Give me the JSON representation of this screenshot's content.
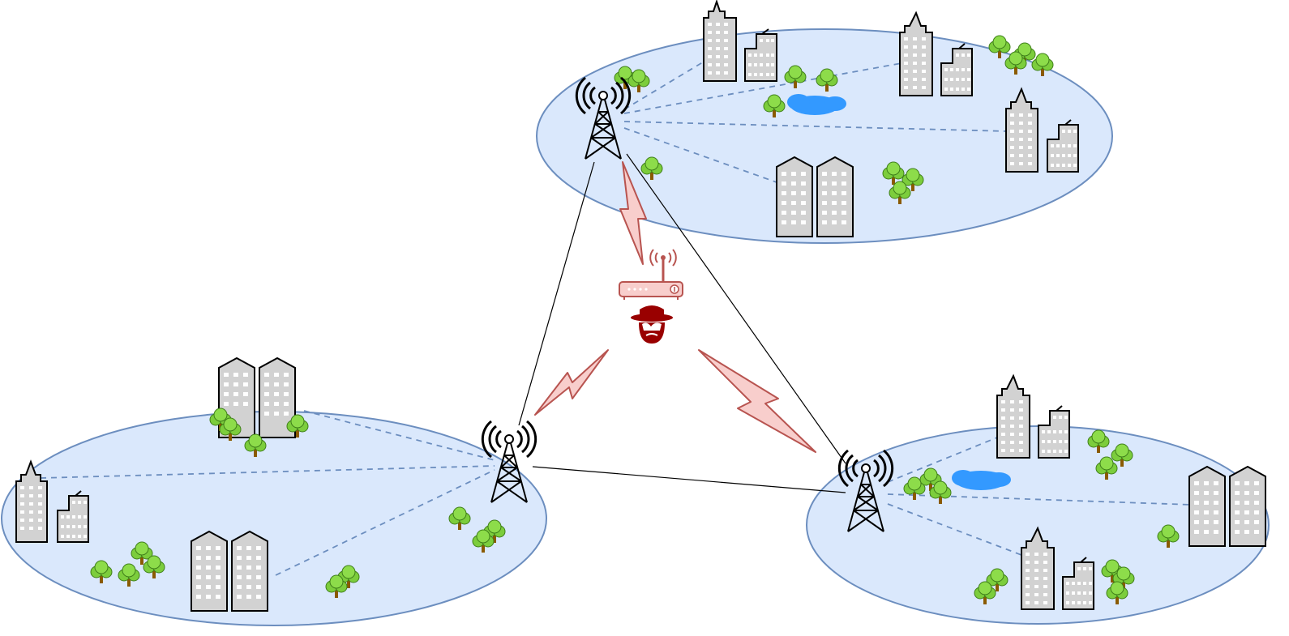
{
  "colors": {
    "cell_fill": "#dae8fc",
    "cell_stroke": "#6c8ebf",
    "building_fill": "#d2d2d2",
    "building_stroke": "#000000",
    "window": "#ffffff",
    "tree_leaf": "#7ccd3c",
    "tree_trunk": "#8a5a00",
    "lake": "#3399ff",
    "bolt_fill": "#f8cecc",
    "bolt_stroke": "#b85450",
    "attacker": "#990000",
    "router": "#f8cecc",
    "router_stroke": "#b85450",
    "link": "#000000",
    "dashed": "#6c8ebf"
  },
  "icons": {
    "tower": "cell-tower-icon",
    "building": "building-icon",
    "tree": "tree-icon",
    "lake": "lake-icon",
    "bolt": "lightning-bolt-icon",
    "attacker": "hacker-icon",
    "router": "wireless-router-icon"
  },
  "cells": [
    {
      "name": "cell-top"
    },
    {
      "name": "cell-left"
    },
    {
      "name": "cell-right"
    }
  ]
}
